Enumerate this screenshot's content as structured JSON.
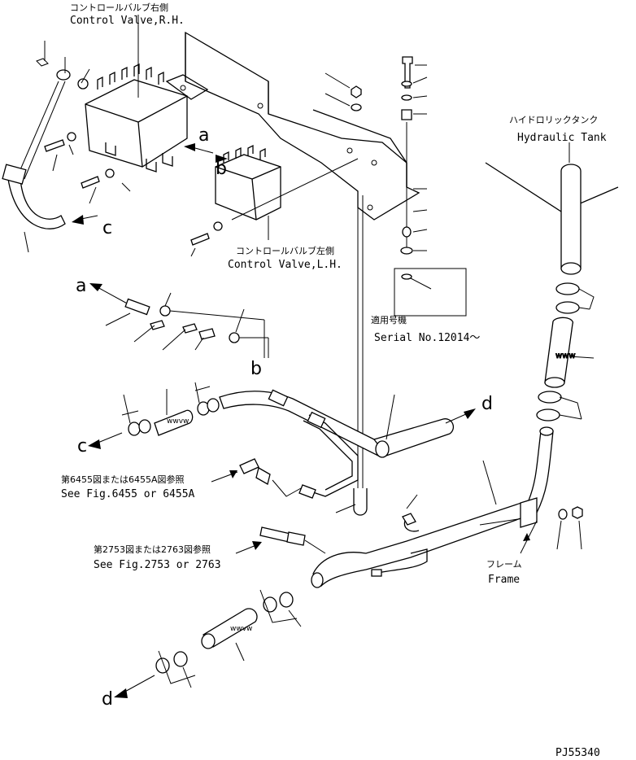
{
  "labels": {
    "cv_rh_jp": "コントロールバルブ右側",
    "cv_rh_en": "Control Valve,R.H.",
    "cv_lh_jp": "コントロールバルブ左側",
    "cv_lh_en": "Control Valve,L.H.",
    "tank_jp": "ハイドロリックタンク",
    "tank_en": "Hydraulic Tank",
    "serial_jp": "適用号機",
    "serial_en": "Serial No.12014～",
    "fig6455_jp": "第6455図または6455A図参照",
    "fig6455_en": "See Fig.6455 or 6455A",
    "fig2753_jp": "第2753図または2763図参照",
    "fig2753_en": "See Fig.2753 or 2763",
    "frame_jp": "フレーム",
    "frame_en": "Frame",
    "drawing_code": "PJ55340"
  },
  "callouts": {
    "a": "a",
    "b": "b",
    "c": "c",
    "d": "d"
  }
}
